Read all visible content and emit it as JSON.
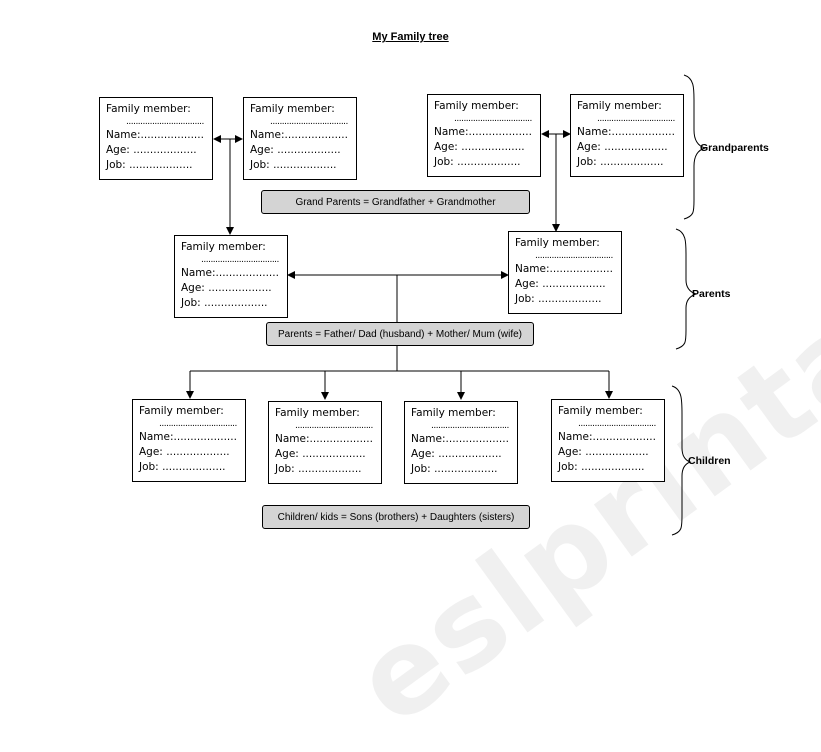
{
  "title": "My Family tree",
  "card": {
    "heading": "Family member:",
    "dots": ".................................",
    "name_label": "Name:",
    "name_dots": "...................",
    "age_label": "Age:",
    "age_dots": "...................",
    "job_label": "Job:",
    "job_dots": "..................."
  },
  "captions": {
    "grandparents": "Grand Parents = Grandfather + Grandmother",
    "parents": "Parents = Father/ Dad (husband) + Mother/ Mum (wife)",
    "children": "Children/ kids = Sons (brothers) + Daughters (sisters)"
  },
  "labels": {
    "grandparents": "Grandparents",
    "parents": "Parents",
    "children": "Children"
  },
  "watermark": "eslprintables.com",
  "colors": {
    "caption_bg": "#d4d4d4",
    "watermark": "rgba(0,0,0,0.06)"
  }
}
